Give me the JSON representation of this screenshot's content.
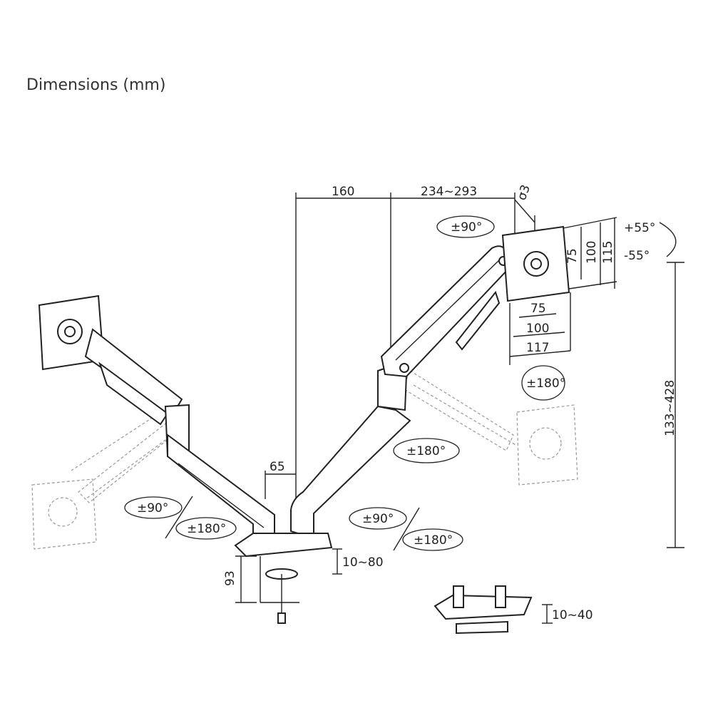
{
  "title": "Dimensions (mm)",
  "dimensions": {
    "arm_offset": "160",
    "arm_reach": "234~293",
    "screw": "σ3",
    "vesa_h": [
      "75",
      "100",
      "117"
    ],
    "vesa_v": [
      "75",
      "100",
      "115"
    ],
    "tilt_up": "+55°",
    "tilt_down": "-55°",
    "height_range": "133~428",
    "pole_offset": "65",
    "clamp_thickness": "10~80",
    "clamp_depth": "93",
    "grommet_thickness": "10~40"
  },
  "rotations": {
    "top_swivel": "±90°",
    "vesa_rotate": "±180°",
    "right_elbow": "±180°",
    "left_swivel": "±90°",
    "left_base": "±180°",
    "right_swivel": "±90°",
    "right_base": "±180°"
  }
}
